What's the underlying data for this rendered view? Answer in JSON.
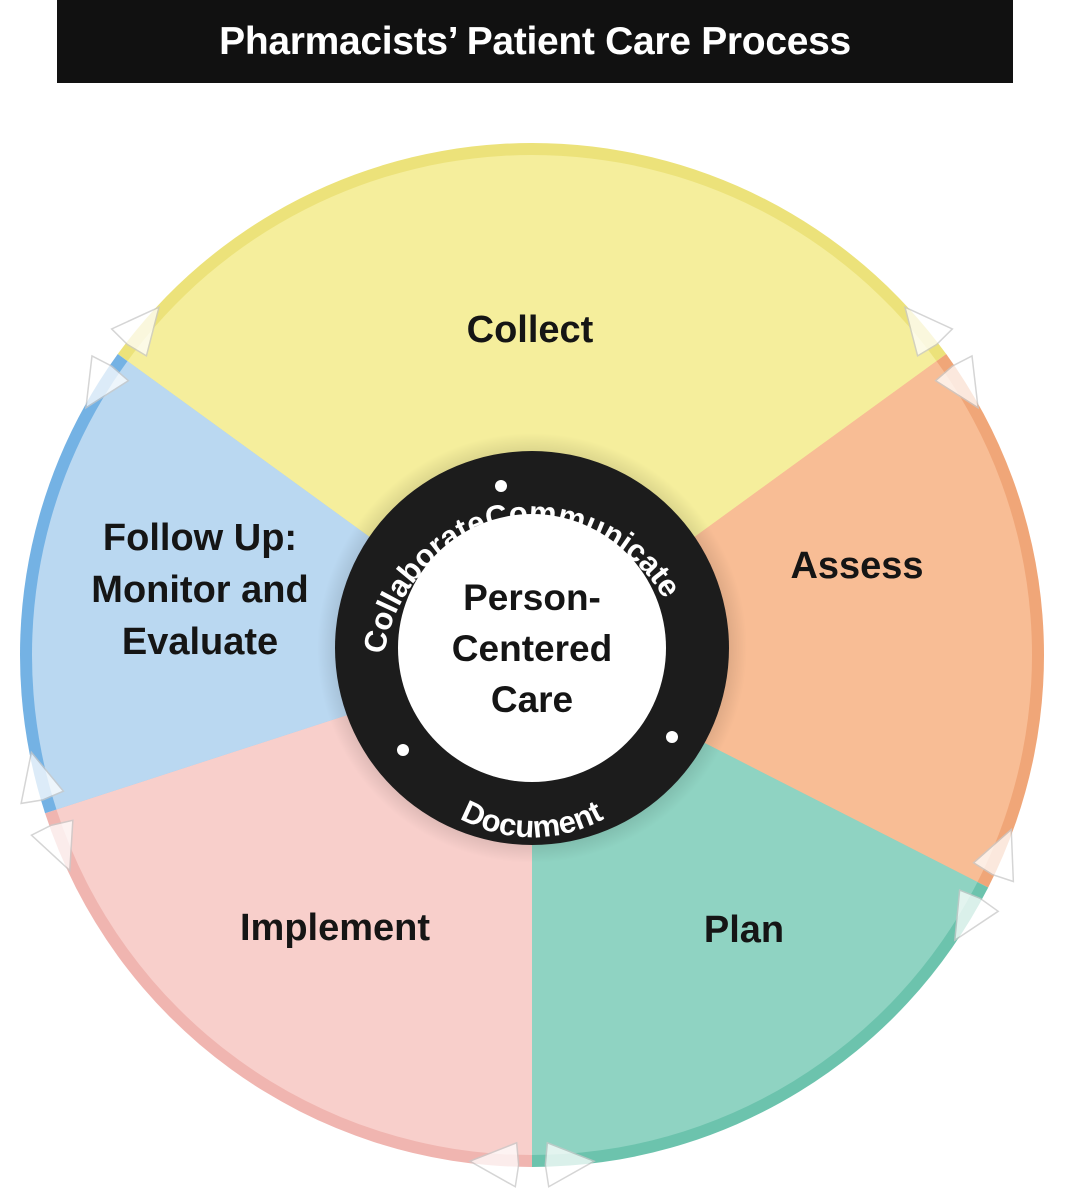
{
  "title": "Pharmacists’ Patient Care Process",
  "segments": [
    {
      "id": "collect",
      "label_lines": [
        "Collect"
      ],
      "color": "#f5ee9c",
      "edge": "#ece27a"
    },
    {
      "id": "assess",
      "label_lines": [
        "Assess"
      ],
      "color": "#f8bd95",
      "edge": "#f0a678"
    },
    {
      "id": "plan",
      "label_lines": [
        "Plan"
      ],
      "color": "#8fd3c2",
      "edge": "#6cc3ad"
    },
    {
      "id": "implement",
      "label_lines": [
        "Implement"
      ],
      "color": "#f8cfcb",
      "edge": "#f0b5b0"
    },
    {
      "id": "follow-up",
      "label_lines": [
        "Follow Up:",
        "Monitor and",
        "Evaluate"
      ],
      "color": "#bad8f1",
      "edge": "#74b2e4"
    }
  ],
  "ring_words": [
    "Communicate",
    "Document",
    "Collaborate"
  ],
  "center_lines": [
    "Person-",
    "Centered",
    "Care"
  ],
  "colors": {
    "title_bar": "#111111",
    "ring": "#1c1c1c",
    "center": "#ffffff",
    "text": "#151515"
  }
}
